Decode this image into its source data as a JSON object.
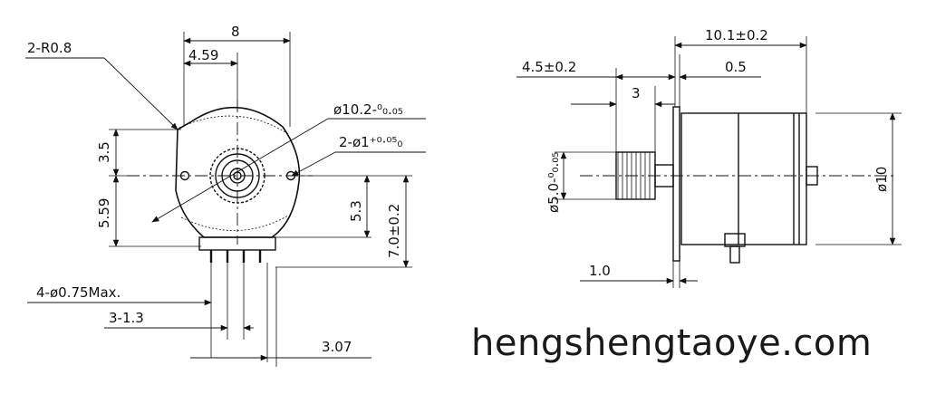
{
  "front_view": {
    "corner_radius": "2-R0.8",
    "width_total": "8",
    "offset_x": "4.59",
    "pinion_dia": "ø10.2-⁰₀.₀₅",
    "mount_holes": "2-ø1⁺⁰·⁰⁵₀",
    "height_upper": "3.5",
    "height_lower": "5.59",
    "mid_height": "5.3",
    "body_height": "7.0±0.2",
    "pin_dia": "4-ø0.75Max.",
    "pin_pitch": "3-1.3",
    "pin_offset": "3.07"
  },
  "side_view": {
    "overall_len": "10.1±0.2",
    "gear_len": "4.5±0.2",
    "flange": "0.5",
    "gear_width": "3",
    "gear_dia": "ø5.0-⁰₀.₀₅",
    "shaft_len": "1.0",
    "body_dia": "ø10"
  },
  "watermark": "hengshengtaoye.com"
}
